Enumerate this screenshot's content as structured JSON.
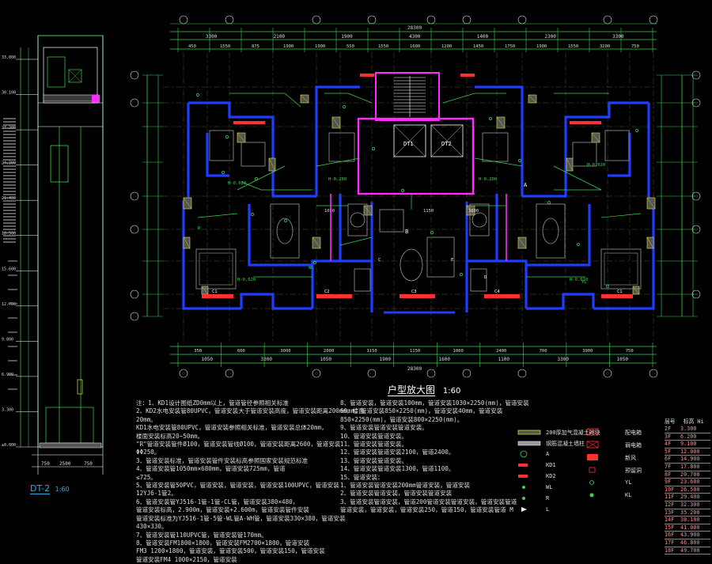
{
  "drawing": {
    "main_title": "户型放大图",
    "main_scale": "1:60",
    "section_title": "DT-2",
    "section_scale": "1:60",
    "top_dims_upper": [
      "3300",
      "2100",
      "1900",
      "4300",
      "1400",
      "2300",
      "3300"
    ],
    "top_dims_lower": [
      "450",
      "1550",
      "875",
      "1900",
      "1900",
      "550",
      "1550",
      "1600",
      "1200",
      "1450",
      "1750",
      "1900",
      "1550",
      "3200",
      "750"
    ],
    "top_total": "28300",
    "bottom_dims_upper": [
      "1050",
      "3300",
      "1050",
      "1900",
      "1600",
      "1100",
      "3300",
      "1050"
    ],
    "bottom_dims_lower": [
      "350",
      "600",
      "3000",
      "2000",
      "1150",
      "1150",
      "1000",
      "2400",
      "700",
      "3000",
      "750"
    ],
    "bottom_total": "28300",
    "room_labels": [
      "DT1",
      "DT2",
      "A",
      "B",
      "C",
      "D",
      "E"
    ],
    "elevations": [
      "33.000",
      "30.100",
      "27.200",
      "24.300",
      "21.400",
      "18.500",
      "15.600",
      "12.700",
      "9.800",
      "6.900",
      "3.300",
      "±0.000"
    ]
  },
  "notes_left": [
    "注：1、KD1设计图纸ZD0mm以上，管道管径参照相关标准",
    "2、KD2水电安装管80UPVC，管道安装大于管道安装高度，管道安装距离200mm，楼面",
    "20mm。",
    "KD1水电安装管80UPVC，管道安装参照相关标准，管道安装总体20mm，",
    "楼面安装标高20~50mm。",
    "\"R\"管道安装管件Ø100，管道安装管线Ø100，管道安装距离2600，管道安装",
    "ΦΦ250。",
    "3、管道安装标准，管道安装管件安装标高参照国家安装规范标准",
    "4、管道安装管1050mm×680mm，管道安装725mm，管道",
    "≤725。",
    "5、管道安装管50PVC，管道安装，管道安装，管道安装100UPVC，管道安装",
    "12YJ6-1管2。",
    "6、管道安装管YJ516-1管-1管-CL管，管道安装380×480，",
    "管道安装标高，2.900m，管道安装+2.600m，管道安装管件安装",
    "管道安装标准为YJ516-1管-5管-WL管A-WH管，管道安装330×380，管道安装",
    "430×330。",
    "7、管道安装管110UPVC管，管道安装管170mm。",
    "8、管道安装FM1800×1800，管道安装FM2700×1800，管道安装",
    "FM3 1200×1800，管道安装，管道安装500，管道安装150，管道安装",
    "管道安装FM4 1000×2150，管道安装"
  ],
  "notes_right": [
    "8、管道安装，管道安装100mm，管道安装1030×2250(mm)，管道安装",
    "60mm，管道安装850×2250(mm)，管道安装40mm，管道安装",
    "850×2250(mm)，管道安装800×2250(mm)。",
    "9、管道安装管道安装管道安装。",
    "10、管道安装管道安装。",
    "11、管道安装管道安装。",
    "12、管道安装管道安装2100，管道2400。",
    "13、管道安装管道安装。",
    "14、管道安装管道安装1300，管道1100。",
    "15、管道安装：",
    "1、管道安装管道安装200mm管道安装，管道安装",
    "2、管道安装管道安装，管道安装管道安装",
    "3、管道安装管道安装，管道200管道安装管道安装，管道安装管道",
    "管道安装，管道安装，管道安装250，管道150，管道安装管道 M"
  ],
  "legend": {
    "items_left": [
      {
        "sym": "hatch-yellow",
        "label": "200厚加气混凝土砌块"
      },
      {
        "sym": "hatch-gray",
        "label": "钢筋混凝土墙柱"
      },
      {
        "sym": "circle-a",
        "label": "A"
      },
      {
        "sym": "rect-red",
        "label": "KD1"
      },
      {
        "sym": "rect-red2",
        "label": "KD2"
      },
      {
        "sym": "dot-wl",
        "label": "WL"
      },
      {
        "sym": "dot-r",
        "label": "R"
      },
      {
        "sym": "flag",
        "label": "L"
      }
    ],
    "items_right": [
      {
        "sym": "box-x",
        "label": "配电箱"
      },
      {
        "sym": "box-x2",
        "label": "弱电箱"
      },
      {
        "sym": "box-red",
        "label": "新风"
      },
      {
        "sym": "box-small",
        "label": "预留洞"
      },
      {
        "sym": "bar-blue",
        "label": "YL"
      },
      {
        "sym": "ring-kl",
        "label": "KL"
      }
    ]
  },
  "floor_table": {
    "headers": [
      "层号",
      "标高 Hi"
    ],
    "rows": [
      [
        "2F",
        "3.300"
      ],
      [
        "3F",
        "6.200"
      ],
      [
        "4F",
        "9.100"
      ],
      [
        "5F",
        "12.000"
      ],
      [
        "6F",
        "14.900"
      ],
      [
        "7F",
        "17.800"
      ],
      [
        "8F",
        "20.700"
      ],
      [
        "9F",
        "23.600"
      ],
      [
        "10F",
        "26.500"
      ],
      [
        "11F",
        "29.400"
      ],
      [
        "12F",
        "32.300"
      ],
      [
        "13F",
        "35.200"
      ],
      [
        "14F",
        "38.100"
      ],
      [
        "15F",
        "41.000"
      ],
      [
        "16F",
        "43.900"
      ],
      [
        "17F",
        "46.800"
      ],
      [
        "18F",
        "49.700"
      ]
    ]
  },
  "colors": {
    "background": "#000000",
    "wall_blue": "#1f3cff",
    "dim_green": "#39d353",
    "accent_magenta": "#ff2bff",
    "axis_yellow": "#e8e83a",
    "hatch_red": "#ff3030",
    "furniture_gray": "#9a9a9a",
    "grid_white": "#ffffff",
    "text_cyan": "#33aadd"
  }
}
